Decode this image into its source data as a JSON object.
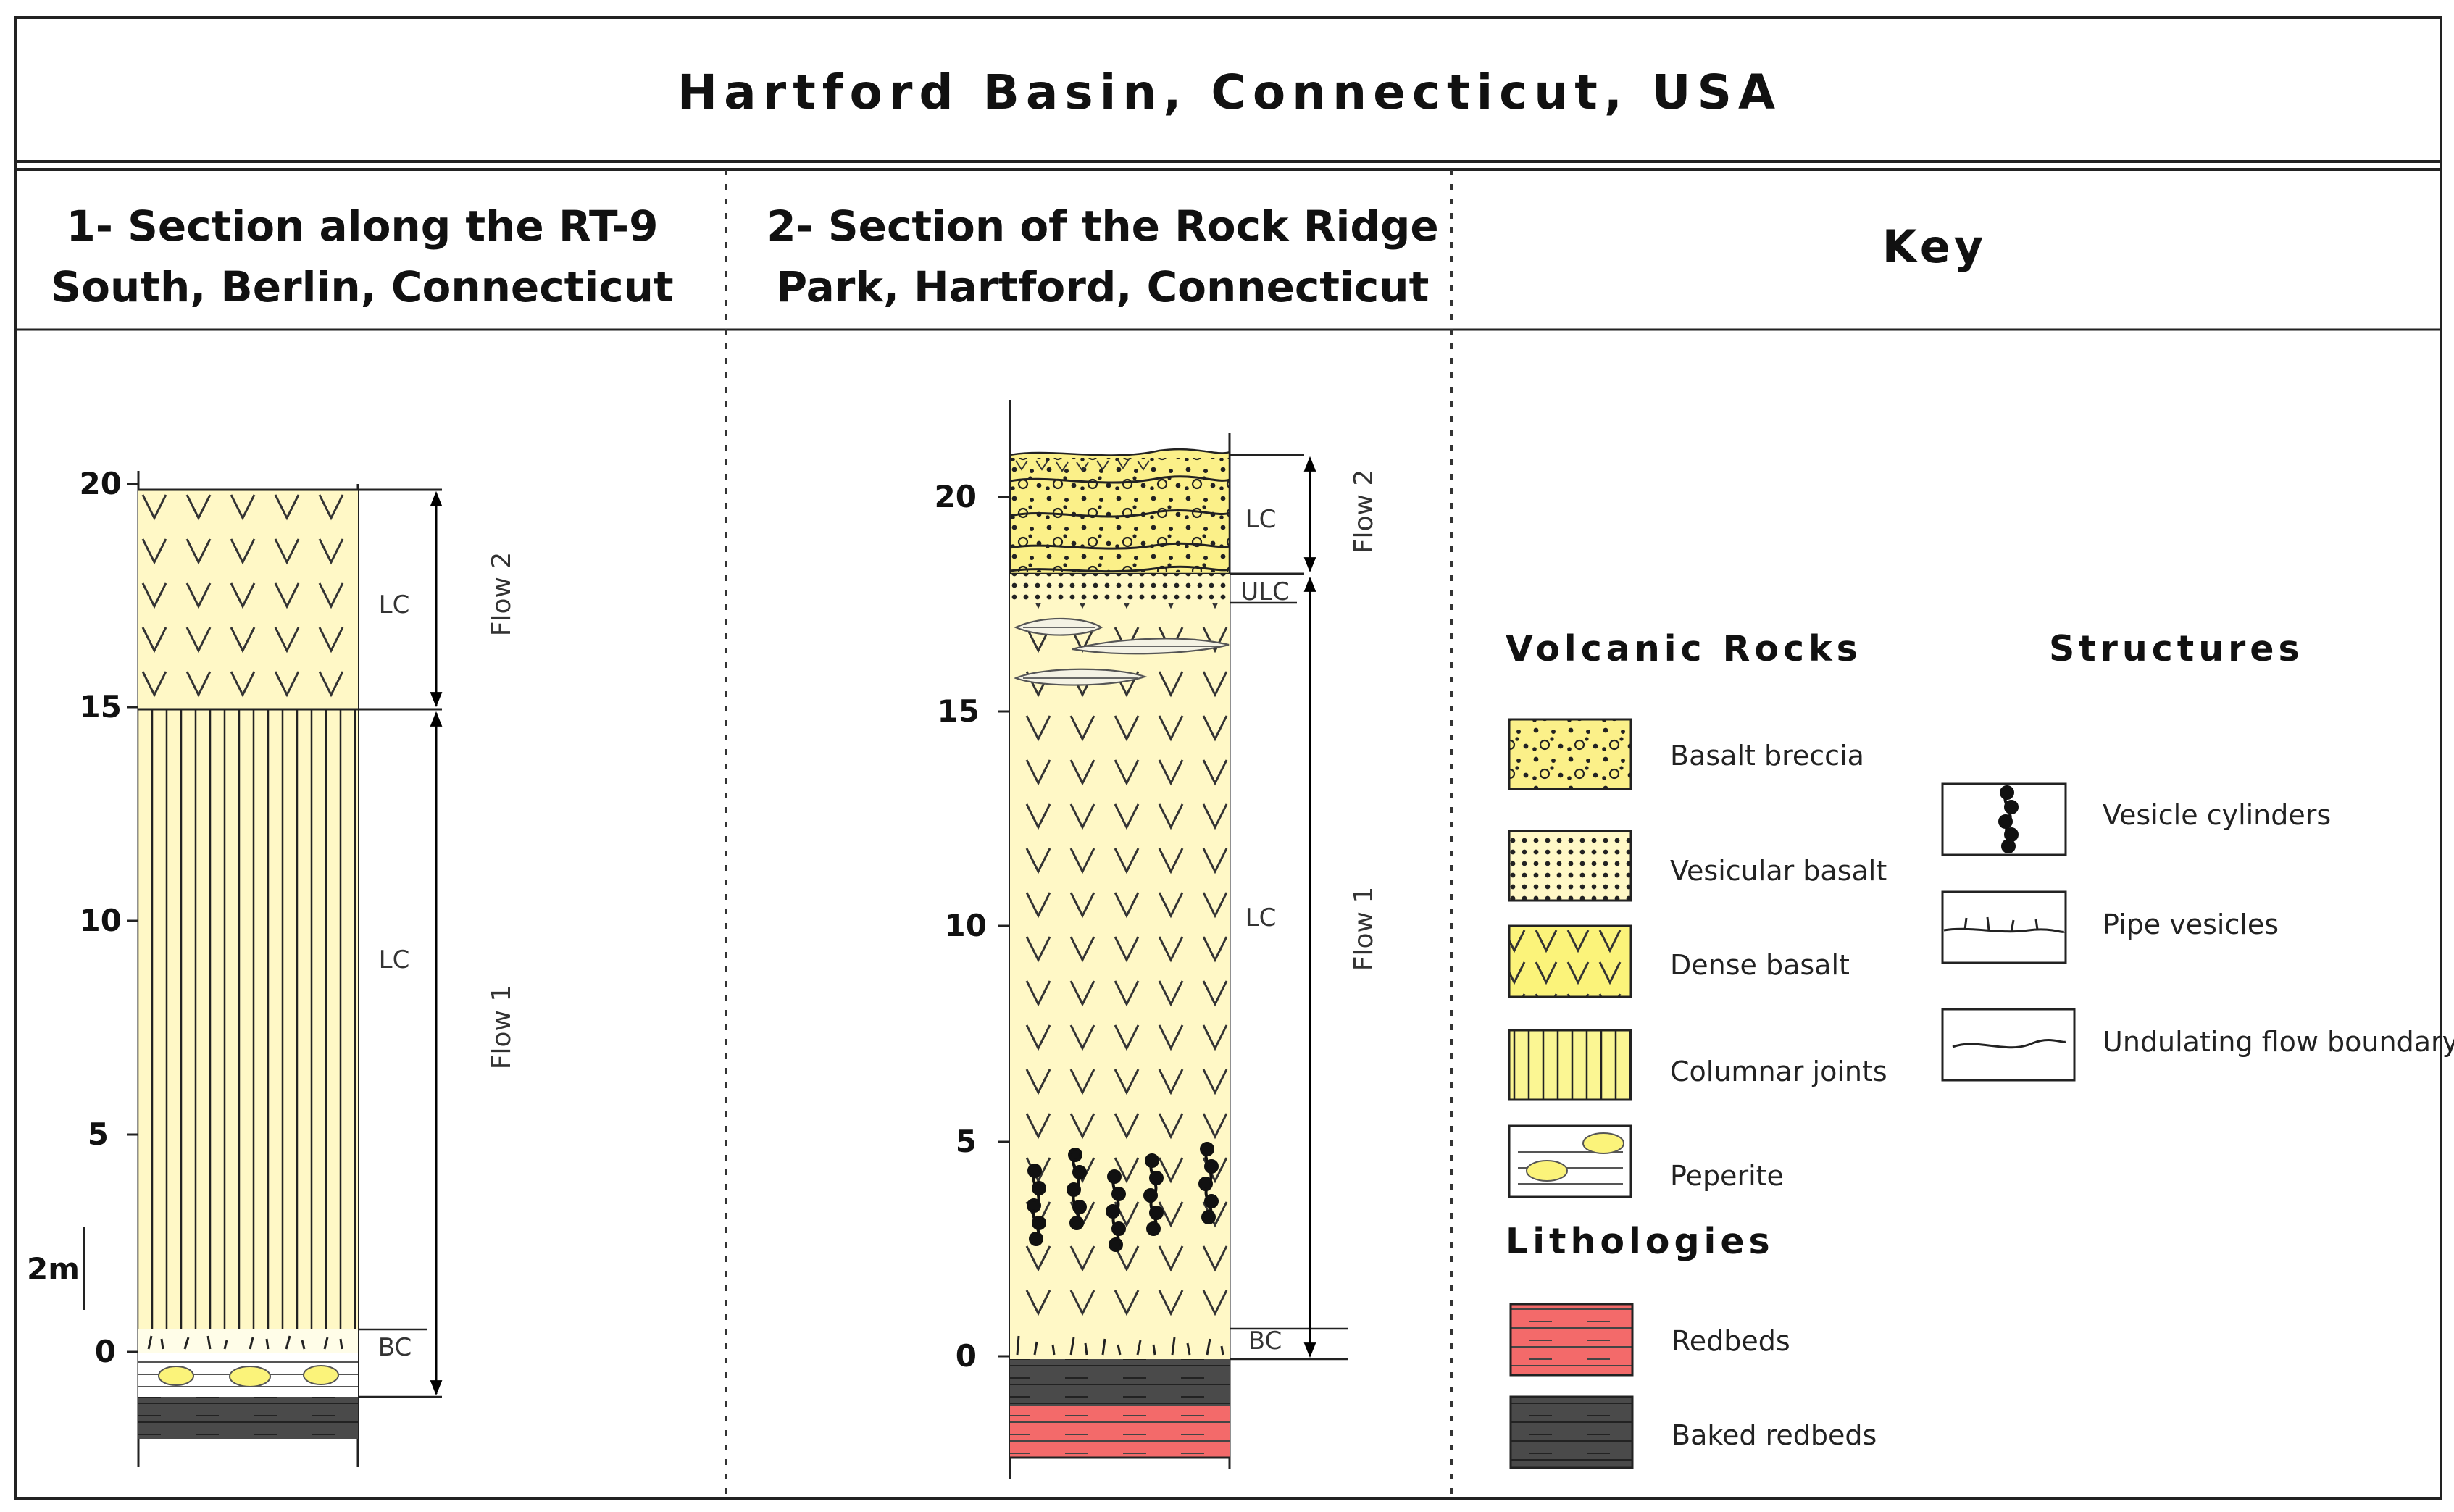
{
  "title": "Hartford Basin, Connecticut, USA",
  "sections": [
    {
      "title_line1": "1- Section along the RT-9",
      "title_line2": "South, Berlin, Connecticut",
      "ticks": [
        "20",
        "15",
        "10",
        "5",
        "0"
      ],
      "units": [
        "LC",
        "LC",
        "BC"
      ],
      "flows": [
        "Flow 2",
        "Flow 1"
      ],
      "scale_bar": "2m"
    },
    {
      "title_line1": "2- Section of the Rock Ridge",
      "title_line2": "Park, Hartford, Connecticut",
      "ticks": [
        "20",
        "15",
        "10",
        "5",
        "0"
      ],
      "units": [
        "LC",
        "ULC",
        "LC",
        "BC"
      ],
      "flows": [
        "Flow 2",
        "Flow 1"
      ]
    }
  ],
  "key": {
    "title": "Key",
    "volcanic_heading": "Volcanic Rocks",
    "structures_heading": "Structures",
    "lithologies_heading": "Lithologies",
    "volcanic_items": [
      "Basalt breccia",
      "Vesicular basalt",
      "Dense basalt",
      "Columnar joints",
      "Peperite"
    ],
    "structure_items": [
      "Vesicle cylinders",
      "Pipe vesicles",
      "Undulating flow boundary"
    ],
    "lithology_items": [
      "Redbeds",
      "Baked redbeds"
    ]
  },
  "colors": {
    "dense_basalt": "#fff8c6",
    "legend_dense_basalt": "#fbf37a",
    "columnar_joints": "#fbf693",
    "breccia": "#fbf089",
    "redbeds": "#f36a6a",
    "baked_redbeds": "#4a4a4a",
    "frame": "#222222"
  }
}
